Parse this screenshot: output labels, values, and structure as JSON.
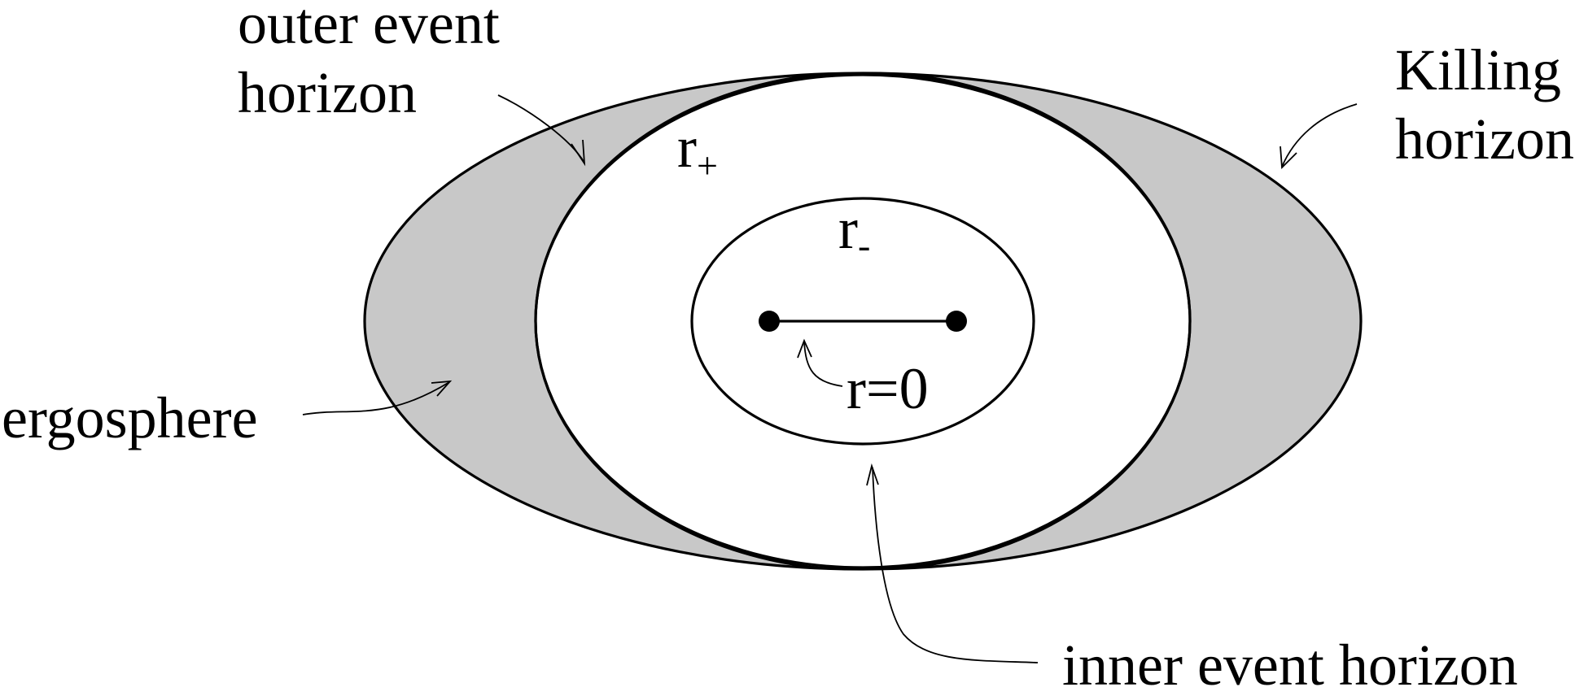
{
  "labels": {
    "outer_event_horizon_line1": "outer event",
    "outer_event_horizon_line2": "horizon",
    "killing_horizon_line1": "Killing",
    "killing_horizon_line2": "horizon",
    "ergosphere": "ergosphere",
    "inner_event_horizon": "inner event horizon",
    "r_plus_base": "r",
    "r_plus_sub": "+",
    "r_minus_base": "r",
    "r_minus_sub": "-",
    "r_zero": "r=0"
  },
  "colors": {
    "ergosphere_fill": "#c8c8c8",
    "line": "#000000",
    "background": "#ffffff"
  }
}
